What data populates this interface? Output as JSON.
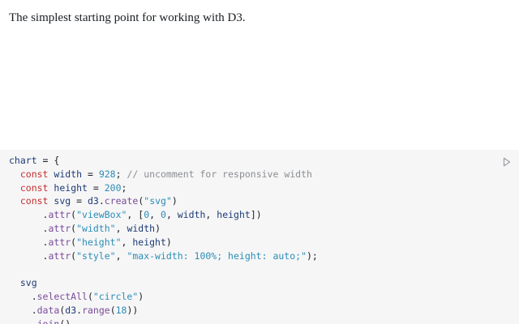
{
  "intro": {
    "text": "The simplest starting point for working with D3."
  },
  "colors": {
    "cell_background": "#f6f6f7",
    "keyword": "#c42f2f",
    "number_string": "#2c8db6",
    "comment": "#8a8d91",
    "property": "#7a4b97",
    "variable": "#1d3b74"
  },
  "run_button": {
    "icon": "play-outline-icon"
  },
  "code_lines": [
    [
      {
        "t": "chart",
        "c": "var"
      },
      {
        "t": " = {",
        "c": "punct"
      }
    ],
    [
      {
        "t": "  ",
        "c": "punct"
      },
      {
        "t": "const",
        "c": "kw"
      },
      {
        "t": " ",
        "c": "punct"
      },
      {
        "t": "width",
        "c": "def"
      },
      {
        "t": " = ",
        "c": "punct"
      },
      {
        "t": "928",
        "c": "num"
      },
      {
        "t": "; ",
        "c": "punct"
      },
      {
        "t": "// uncomment for responsive width",
        "c": "com"
      }
    ],
    [
      {
        "t": "  ",
        "c": "punct"
      },
      {
        "t": "const",
        "c": "kw"
      },
      {
        "t": " ",
        "c": "punct"
      },
      {
        "t": "height",
        "c": "def"
      },
      {
        "t": " = ",
        "c": "punct"
      },
      {
        "t": "200",
        "c": "num"
      },
      {
        "t": ";",
        "c": "punct"
      }
    ],
    [
      {
        "t": "  ",
        "c": "punct"
      },
      {
        "t": "const",
        "c": "kw"
      },
      {
        "t": " ",
        "c": "punct"
      },
      {
        "t": "svg",
        "c": "def"
      },
      {
        "t": " = ",
        "c": "punct"
      },
      {
        "t": "d3",
        "c": "var"
      },
      {
        "t": ".",
        "c": "punct"
      },
      {
        "t": "create",
        "c": "fn"
      },
      {
        "t": "(",
        "c": "punct"
      },
      {
        "t": "\"svg\"",
        "c": "str"
      },
      {
        "t": ")",
        "c": "punct"
      }
    ],
    [
      {
        "t": "      .",
        "c": "punct"
      },
      {
        "t": "attr",
        "c": "fn"
      },
      {
        "t": "(",
        "c": "punct"
      },
      {
        "t": "\"viewBox\"",
        "c": "str"
      },
      {
        "t": ", [",
        "c": "punct"
      },
      {
        "t": "0",
        "c": "num"
      },
      {
        "t": ", ",
        "c": "punct"
      },
      {
        "t": "0",
        "c": "num"
      },
      {
        "t": ", ",
        "c": "punct"
      },
      {
        "t": "width",
        "c": "var"
      },
      {
        "t": ", ",
        "c": "punct"
      },
      {
        "t": "height",
        "c": "var"
      },
      {
        "t": "])",
        "c": "punct"
      }
    ],
    [
      {
        "t": "      .",
        "c": "punct"
      },
      {
        "t": "attr",
        "c": "fn"
      },
      {
        "t": "(",
        "c": "punct"
      },
      {
        "t": "\"width\"",
        "c": "str"
      },
      {
        "t": ", ",
        "c": "punct"
      },
      {
        "t": "width",
        "c": "var"
      },
      {
        "t": ")",
        "c": "punct"
      }
    ],
    [
      {
        "t": "      .",
        "c": "punct"
      },
      {
        "t": "attr",
        "c": "fn"
      },
      {
        "t": "(",
        "c": "punct"
      },
      {
        "t": "\"height\"",
        "c": "str"
      },
      {
        "t": ", ",
        "c": "punct"
      },
      {
        "t": "height",
        "c": "var"
      },
      {
        "t": ")",
        "c": "punct"
      }
    ],
    [
      {
        "t": "      .",
        "c": "punct"
      },
      {
        "t": "attr",
        "c": "fn"
      },
      {
        "t": "(",
        "c": "punct"
      },
      {
        "t": "\"style\"",
        "c": "str"
      },
      {
        "t": ", ",
        "c": "punct"
      },
      {
        "t": "\"max-width: 100%; height: auto;\"",
        "c": "str"
      },
      {
        "t": ");",
        "c": "punct"
      }
    ],
    [],
    [
      {
        "t": "  ",
        "c": "punct"
      },
      {
        "t": "svg",
        "c": "var"
      }
    ],
    [
      {
        "t": "    .",
        "c": "punct"
      },
      {
        "t": "selectAll",
        "c": "fn"
      },
      {
        "t": "(",
        "c": "punct"
      },
      {
        "t": "\"circle\"",
        "c": "str"
      },
      {
        "t": ")",
        "c": "punct"
      }
    ],
    [
      {
        "t": "    .",
        "c": "punct"
      },
      {
        "t": "data",
        "c": "fn"
      },
      {
        "t": "(",
        "c": "punct"
      },
      {
        "t": "d3",
        "c": "var"
      },
      {
        "t": ".",
        "c": "punct"
      },
      {
        "t": "range",
        "c": "fn"
      },
      {
        "t": "(",
        "c": "punct"
      },
      {
        "t": "18",
        "c": "num"
      },
      {
        "t": "))",
        "c": "punct"
      }
    ],
    [
      {
        "t": "    .",
        "c": "punct"
      },
      {
        "t": "join",
        "c": "fn"
      },
      {
        "t": "()",
        "c": "punct"
      }
    ]
  ]
}
